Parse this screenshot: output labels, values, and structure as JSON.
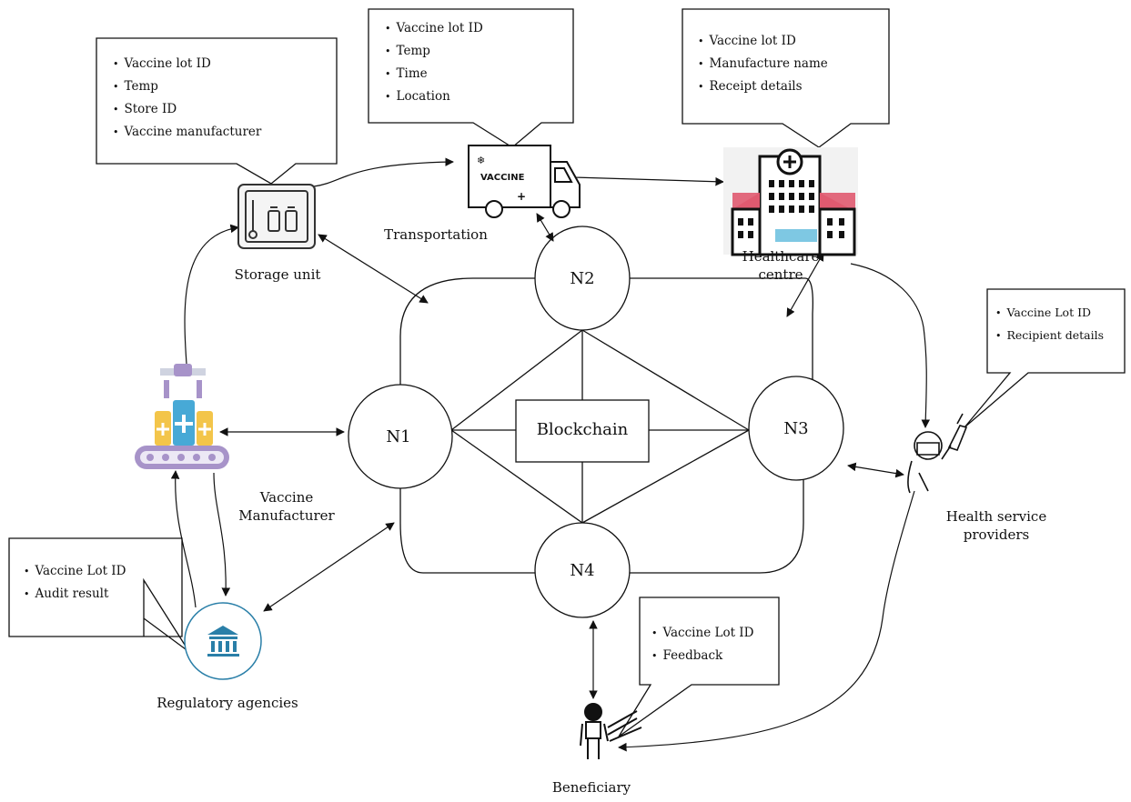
{
  "callouts": {
    "storage": [
      "Vaccine lot ID",
      "Temp",
      "Store ID",
      "Vaccine manufacturer"
    ],
    "transport": [
      "Vaccine lot ID",
      "Temp",
      "Time",
      "Location"
    ],
    "healthcare": [
      "Vaccine lot ID",
      "Manufacture name",
      "Receipt details"
    ],
    "provider": [
      "Vaccine Lot ID",
      "Recipient details"
    ],
    "regulatory": [
      "Vaccine Lot ID",
      "Audit result"
    ],
    "beneficiary": [
      "Vaccine Lot ID",
      "Feedback"
    ]
  },
  "labels": {
    "storage": "Storage unit",
    "transport": "Transportation",
    "healthcare_line1": "Healthcare",
    "healthcare_line2": "centre",
    "manufacturer_line1": "Vaccine",
    "manufacturer_line2": "Manufacturer",
    "provider_line1": "Health service",
    "provider_line2": "providers",
    "regulatory": "Regulatory agencies",
    "beneficiary": "Beneficiary",
    "truck_text": "VACCINE"
  },
  "nodes": {
    "n1": "N1",
    "n2": "N2",
    "n3": "N3",
    "n4": "N4"
  },
  "blockchain": "Blockchain",
  "colors": {
    "line": "#111111",
    "hospital_roof": "#e05a70",
    "hospital_window": "#7ec8e3",
    "regulatory_ring": "#2a7fa8",
    "vaccine_blue": "#47a9d6",
    "vaccine_yellow": "#f3c54a",
    "machine_purple": "#a793c9",
    "machine_gray": "#cfd3e0"
  },
  "icons": [
    "storage-unit-icon",
    "vaccine-truck-icon",
    "hospital-icon",
    "manufacturing-icon",
    "regulatory-icon",
    "health-provider-icon",
    "beneficiary-icon"
  ]
}
